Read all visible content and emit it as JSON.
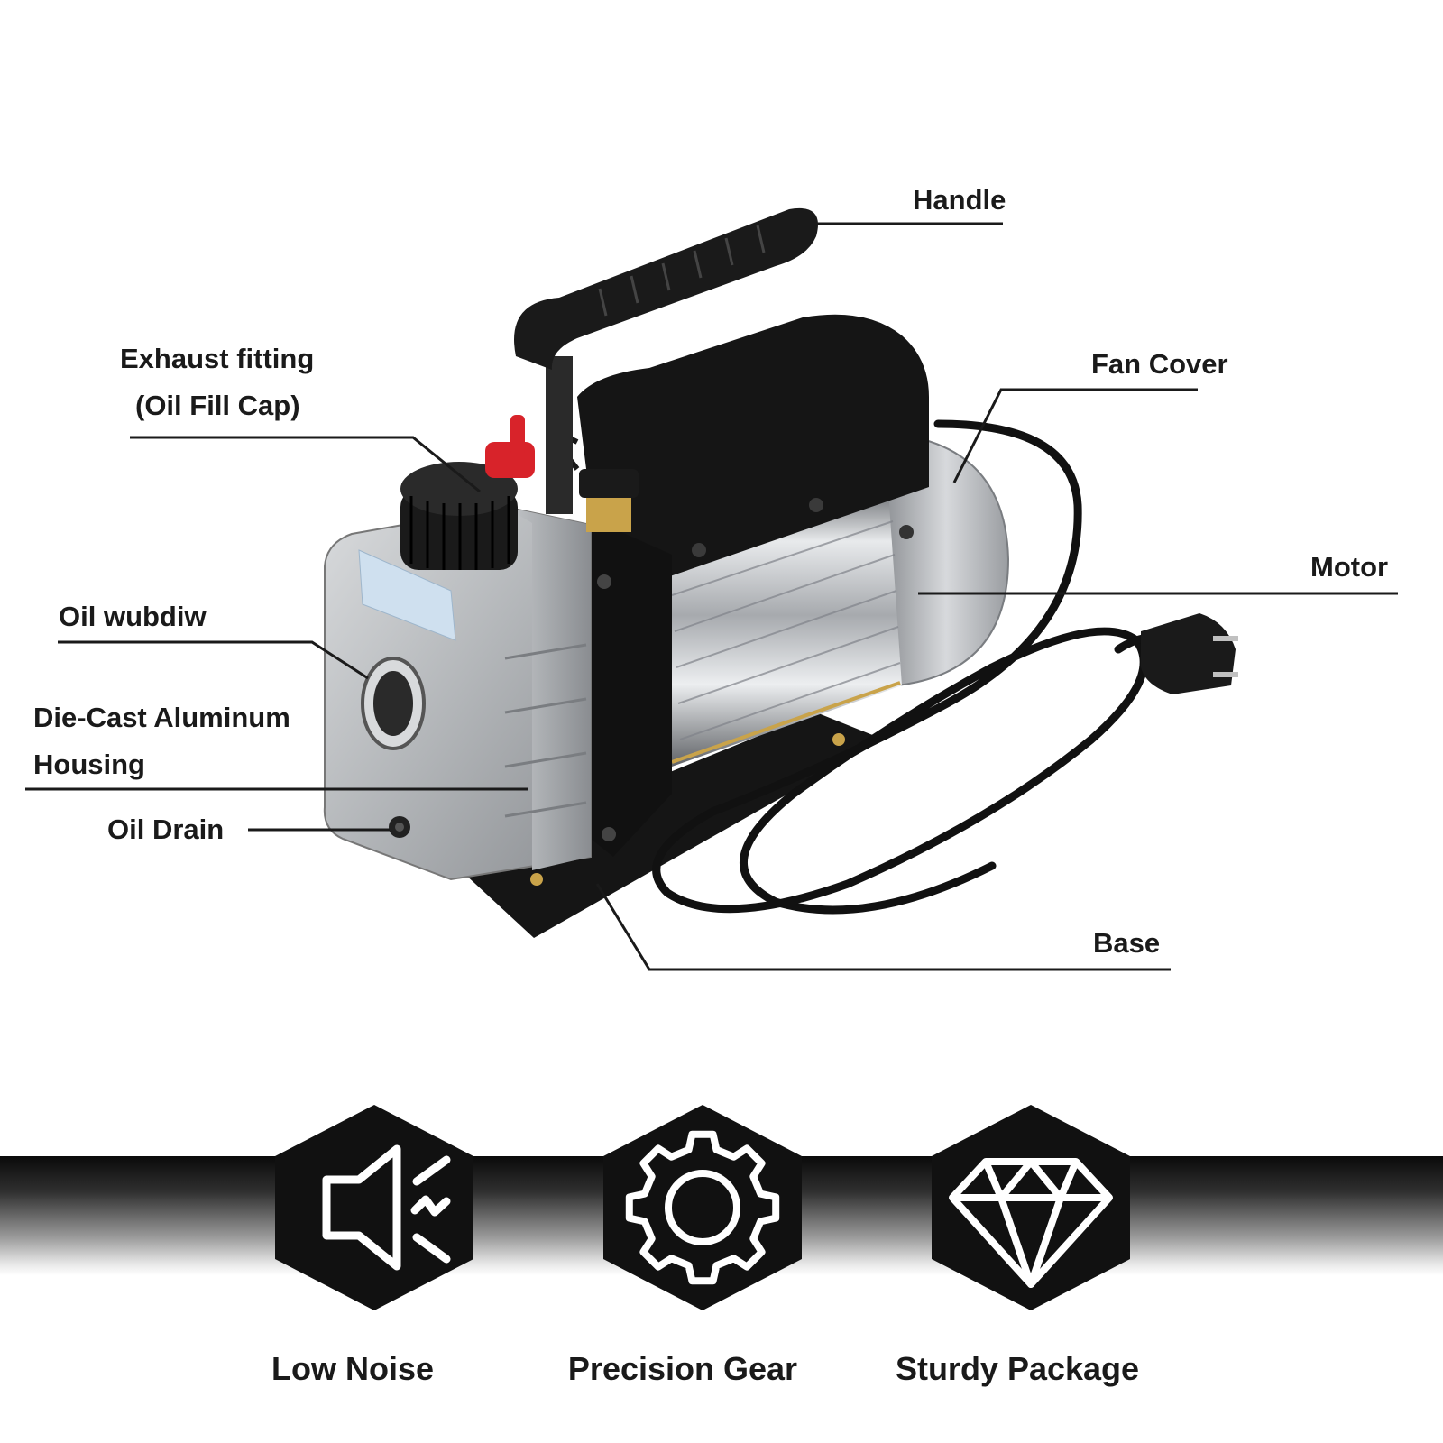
{
  "callouts": {
    "handle": "Handle",
    "exhaust_line1": "Exhaust fitting",
    "exhaust_line2": "(Oil Fill Cap)",
    "fan_cover": "Fan Cover",
    "motor": "Motor",
    "oil_window": "Oil wubdiw",
    "housing_line1": "Die-Cast Aluminum",
    "housing_line2": "Housing",
    "oil_drain": "Oil Drain",
    "base": "Base"
  },
  "features": [
    {
      "label": "Low Noise",
      "icon": "speaker-mute-icon"
    },
    {
      "label": "Precision Gear",
      "icon": "gear-icon"
    },
    {
      "label": "Sturdy Package",
      "icon": "diamond-icon"
    }
  ],
  "colors": {
    "aluminum": "#b9bcbf",
    "black": "#151515",
    "valve_red": "#d8232a",
    "brass": "#c9a34a"
  }
}
